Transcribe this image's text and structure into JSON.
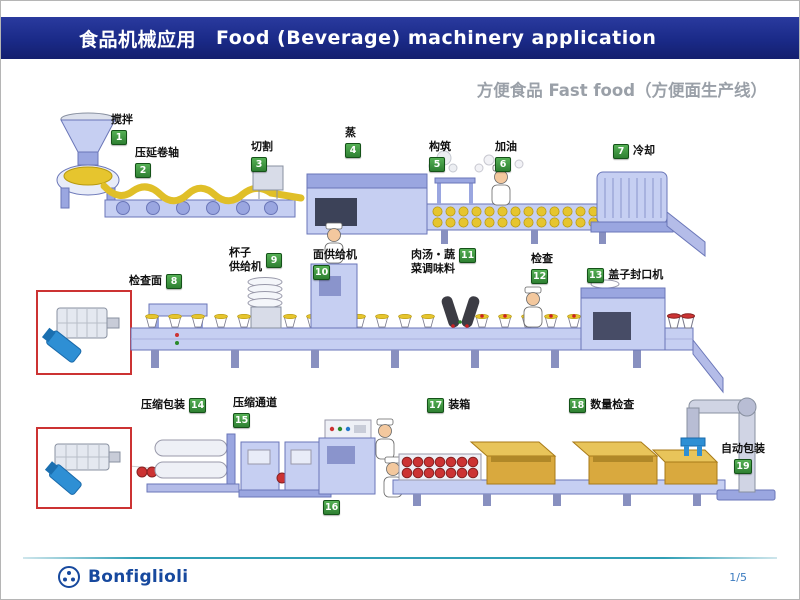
{
  "header": {
    "title_zh": "食品机械应用",
    "title_en": "Food (Beverage) machinery application"
  },
  "subtitle": "方便食品 Fast food（方便面生产线）",
  "stations": [
    {
      "num": "1",
      "label": "搅拌"
    },
    {
      "num": "2",
      "label": "压延卷轴"
    },
    {
      "num": "3",
      "label": "切割"
    },
    {
      "num": "4",
      "label": "蒸"
    },
    {
      "num": "5",
      "label": "构筑"
    },
    {
      "num": "6",
      "label": "加油"
    },
    {
      "num": "7",
      "label": "冷却"
    },
    {
      "num": "8",
      "label": "检查面"
    },
    {
      "num": "9",
      "label": "杯子\n供给机"
    },
    {
      "num": "10",
      "label": "面供给机"
    },
    {
      "num": "11",
      "label": "肉汤・蔬\n菜调味料"
    },
    {
      "num": "12",
      "label": "检查"
    },
    {
      "num": "13",
      "label": "盖子封口机"
    },
    {
      "num": "14",
      "label": "压缩包装"
    },
    {
      "num": "15",
      "label": "压缩通道"
    },
    {
      "num": "16",
      "label": ""
    },
    {
      "num": "17",
      "label": "装箱"
    },
    {
      "num": "18",
      "label": "数量检查"
    },
    {
      "num": "19",
      "label": "自动包装"
    }
  ],
  "footer": {
    "brand": "Bonfiglioli",
    "page": "1/5"
  },
  "colors": {
    "header_bg": "#1a2a88",
    "badge_green": "#3a9a3e",
    "callout_border_red": "#cc3333",
    "footer_line_teal": "#2f9fb5",
    "brand_blue": "#17499e",
    "noodle_yellow": "#e6c52e",
    "machine_periwinkle": "#c6cff2"
  }
}
